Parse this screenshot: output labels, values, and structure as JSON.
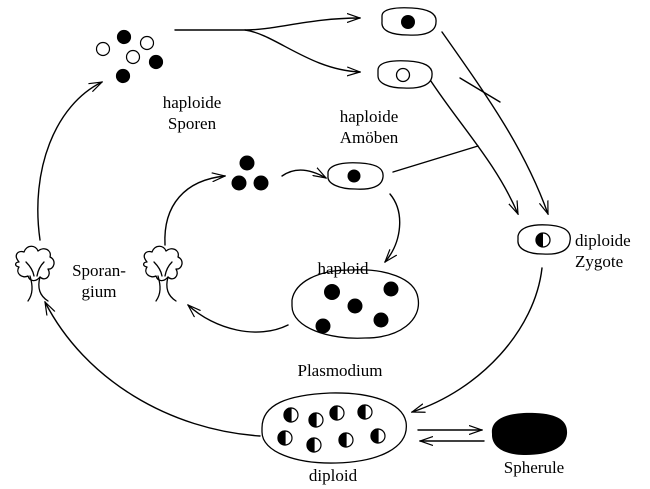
{
  "labels": {
    "spores": [
      "haploide",
      "Sporen"
    ],
    "amoebae": [
      "haploide",
      "Amöben"
    ],
    "zygote": [
      "diploide",
      "Zygote"
    ],
    "sporangium": [
      "Sporan-",
      "gium"
    ],
    "haploid_plasmodium": "haploid",
    "plasmodium": "Plasmodium",
    "diploid_plasmodium": "diploid",
    "spherule": "Spherule"
  },
  "colors": {
    "ink": "#000000",
    "background": "#ffffff"
  }
}
